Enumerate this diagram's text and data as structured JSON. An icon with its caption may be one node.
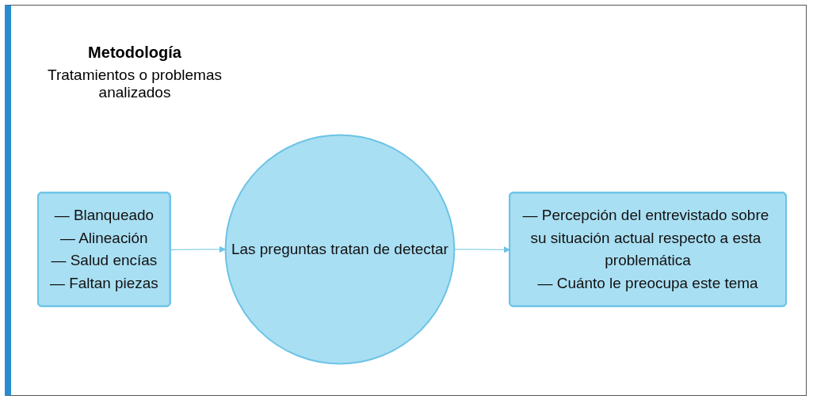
{
  "diagram": {
    "title": "Metodología",
    "nodes": [
      {
        "text": [
          "— Blanqueado",
          "— Alineación",
          "— Salud encías",
          "— Faltan piezas"
        ]
      },
      {
        "text": [
          "Las preguntas tratan de detectar"
        ]
      },
      {
        "text": [
          "— Percepción del entrevistado sobre su situación actual respecto a esta problemática",
          "— Cuánto le preocupa este tema"
        ]
      }
    ],
    "edges": [
      {
        "from": 0,
        "to": 1,
        "arrow": "to"
      },
      {
        "from": 1,
        "to": 2,
        "arrow": "to"
      }
    ],
    "labels": [
      "Tratamientos o problemas analizados"
    ]
  }
}
